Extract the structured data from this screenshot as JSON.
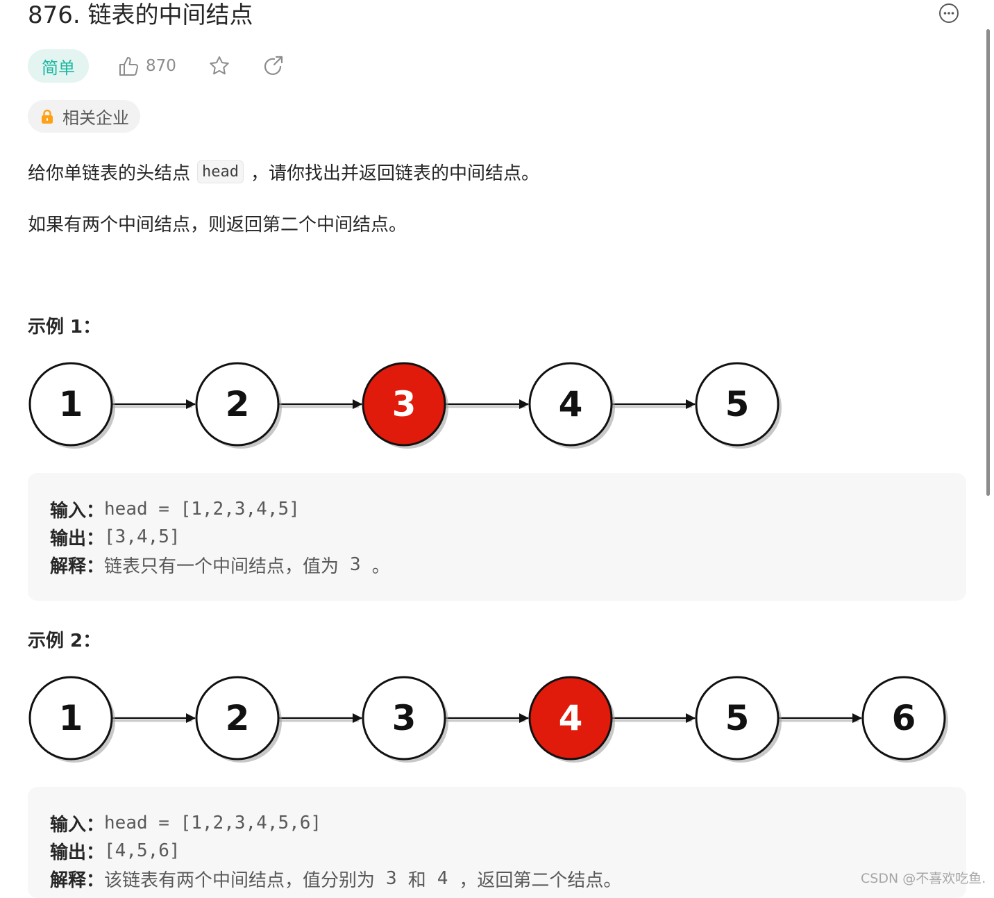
{
  "problem": {
    "title": "876. 链表的中间结点",
    "difficulty": "简单",
    "likes": "870",
    "related_companies": "相关企业"
  },
  "description": {
    "p1_before": "给你单链表的头结点",
    "p1_code": "head",
    "p1_after": "，请你找出并返回链表的中间结点。",
    "p2": "如果有两个中间结点，则返回第二个中间结点。"
  },
  "examples": [
    {
      "title": "示例 1：",
      "nodes": [
        "1",
        "2",
        "3",
        "4",
        "5"
      ],
      "highlight_index": 2,
      "input_label": "输入：",
      "input_value": "head = [1,2,3,4,5]",
      "output_label": "输出：",
      "output_value": "[3,4,5]",
      "explain_label": "解释：",
      "explain_text_1": "链表只有一个中间结点，值为",
      "explain_code_1": "3",
      "explain_text_2": "。"
    },
    {
      "title": "示例 2：",
      "nodes": [
        "1",
        "2",
        "3",
        "4",
        "5",
        "6"
      ],
      "highlight_index": 3,
      "input_label": "输入：",
      "input_value": "head = [1,2,3,4,5,6]",
      "output_label": "输出：",
      "output_value": "[4,5,6]",
      "explain_label": "解释：",
      "explain_text_1": "该链表有两个中间结点，值分别为",
      "explain_code_1": "3",
      "explain_text_2": "和",
      "explain_code_2": "4",
      "explain_text_3": "，返回第二个结点。"
    }
  ],
  "watermark": "CSDN @不喜欢吃鱼.",
  "icons": {
    "more": "more-icon",
    "like": "thumbs-up-icon",
    "favorite": "star-icon",
    "share": "share-icon",
    "lock": "lock-icon"
  },
  "colors": {
    "easy_text": "#1cb8a0",
    "easy_bg": "#e3f4f1",
    "lock": "#ffa116",
    "node_highlight": "#e01b0b"
  }
}
